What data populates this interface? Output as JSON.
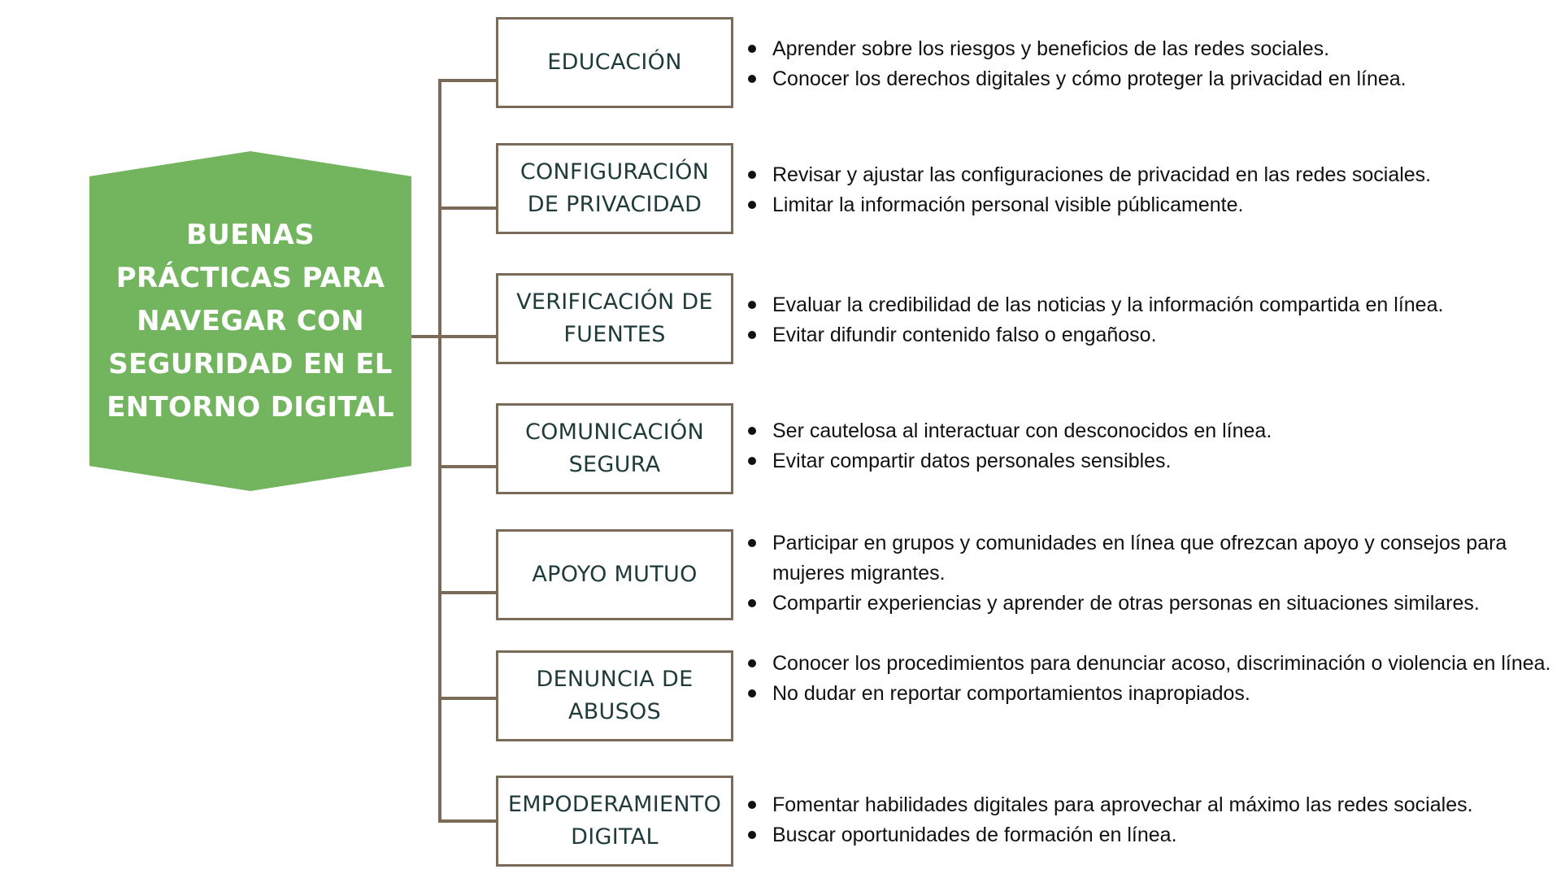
{
  "title": "BUENAS PRÁCTICAS PARA NAVEGAR CON SEGURIDAD EN EL ENTORNO DIGITAL",
  "colors": {
    "hexagon": "#73b55f",
    "connector": "#7a6a58",
    "box_text": "#1f3a3a",
    "bullet_text": "#111111"
  },
  "categories": [
    {
      "label": "EDUCACIÓN",
      "bullets": [
        "Aprender sobre los riesgos y beneficios de las redes sociales.",
        "Conocer los derechos digitales y cómo proteger la privacidad en línea."
      ]
    },
    {
      "label": "CONFIGURACIÓN DE PRIVACIDAD",
      "bullets": [
        "Revisar y ajustar las configuraciones de privacidad en las redes sociales.",
        "Limitar la información personal visible públicamente."
      ]
    },
    {
      "label": "VERIFICACIÓN DE FUENTES",
      "bullets": [
        "Evaluar la credibilidad de las noticias y la información compartida en línea.",
        "Evitar difundir contenido falso o engañoso."
      ]
    },
    {
      "label": "COMUNICACIÓN SEGURA",
      "bullets": [
        "Ser cautelosa al interactuar con desconocidos en línea.",
        "Evitar compartir datos personales sensibles."
      ]
    },
    {
      "label": "APOYO MUTUO",
      "bullets": [
        "Participar en grupos y comunidades en línea que ofrezcan apoyo y consejos para mujeres migrantes.",
        "Compartir experiencias y aprender de otras personas en situaciones similares."
      ]
    },
    {
      "label": "DENUNCIA DE ABUSOS",
      "bullets": [
        "Conocer los procedimientos para denunciar acoso, discriminación o violencia en línea.",
        "No dudar en reportar comportamientos inapropiados."
      ]
    },
    {
      "label": "EMPODERAMIENTO DIGITAL",
      "bullets": [
        "Fomentar habilidades digitales para aprovechar al máximo las redes sociales.",
        "Buscar oportunidades de formación en línea."
      ]
    }
  ]
}
